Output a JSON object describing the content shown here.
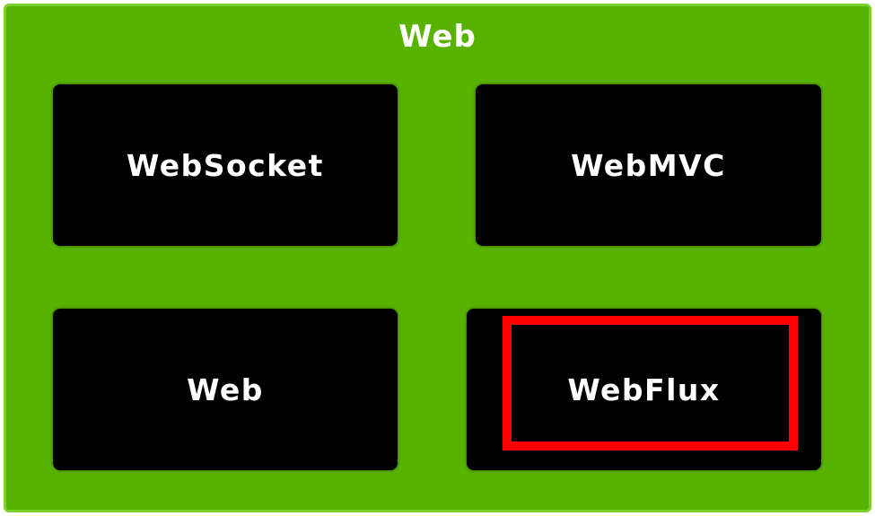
{
  "diagram": {
    "container": {
      "title": "Web",
      "color": "#58b200"
    },
    "modules": [
      {
        "label": "WebSocket"
      },
      {
        "label": "WebMVC"
      },
      {
        "label": "Web"
      },
      {
        "label": "WebFlux"
      }
    ],
    "highlight": {
      "target": "WebFlux",
      "color": "#ff0000"
    }
  }
}
